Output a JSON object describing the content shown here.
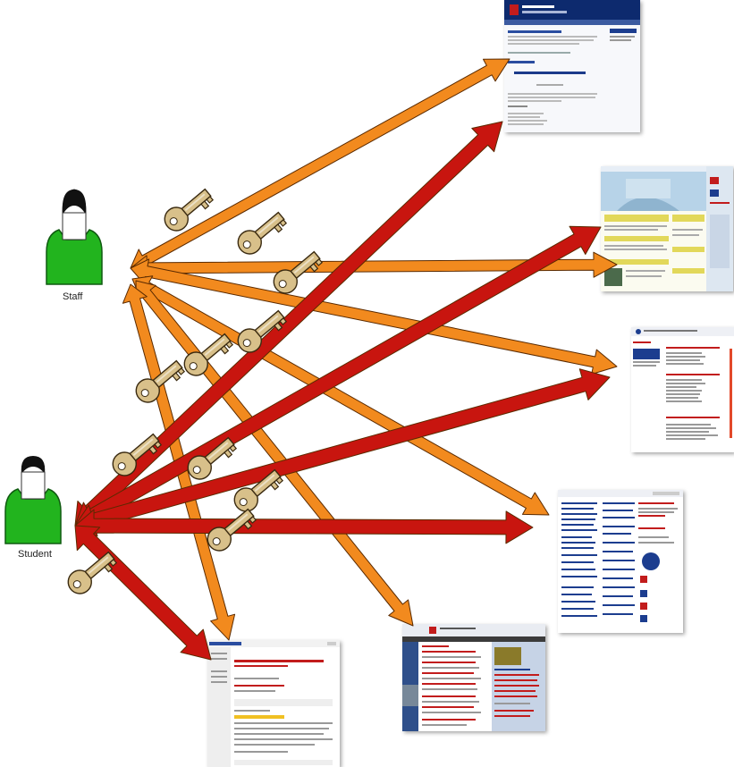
{
  "actors": {
    "staff": {
      "label": "Staff"
    },
    "student": {
      "label": "Student"
    }
  },
  "colors": {
    "staff_arrow": "#F28A1E",
    "student_arrow": "#C8150F",
    "arrow_outline": "#5a2a00",
    "key": "#D8C08A",
    "actor_body": "#22B41E",
    "actor_head": "#111111"
  },
  "websites": [
    {
      "id": "site-1",
      "theme": "navy-banner"
    },
    {
      "id": "site-2",
      "theme": "yellow-portal"
    },
    {
      "id": "site-3",
      "theme": "list-directory"
    },
    {
      "id": "site-4",
      "theme": "link-index"
    },
    {
      "id": "site-5",
      "theme": "news-portal"
    },
    {
      "id": "site-6",
      "theme": "virtual-campus"
    }
  ],
  "connections": {
    "staff": [
      "site-1",
      "site-2",
      "site-3",
      "site-4",
      "site-5",
      "site-6"
    ],
    "student": [
      "site-1",
      "site-2",
      "site-3",
      "site-4",
      "site-6"
    ]
  },
  "key_icon": "key-icon"
}
